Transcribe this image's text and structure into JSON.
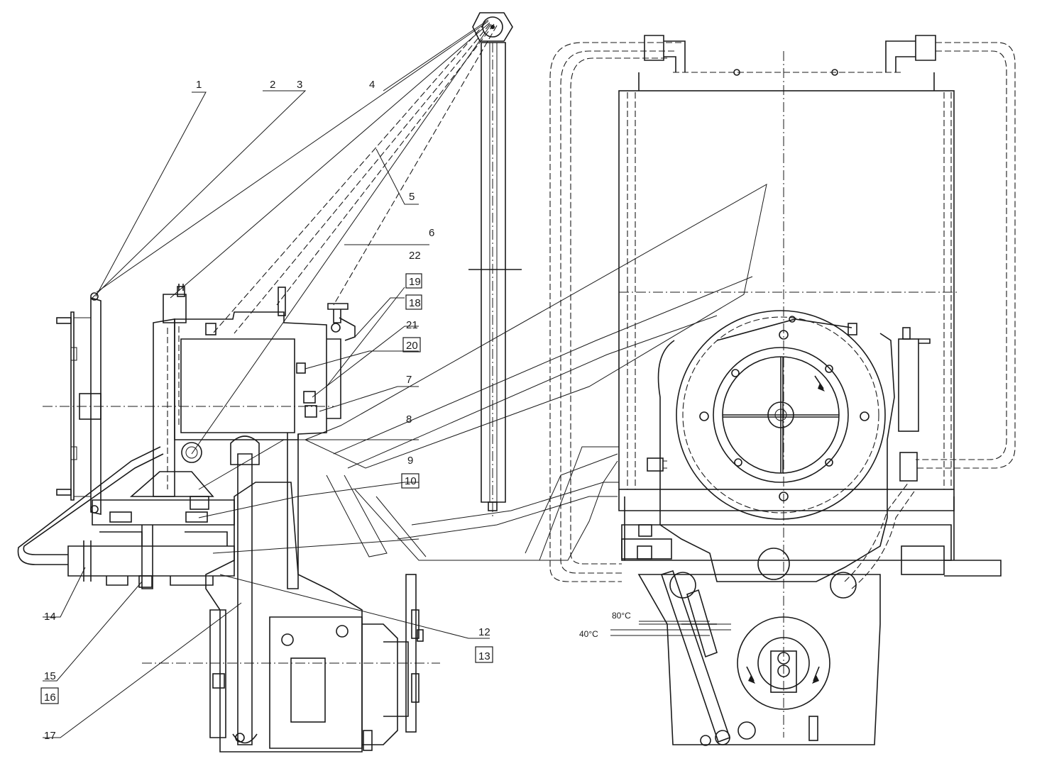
{
  "labels": {
    "l1": "1",
    "l2": "2",
    "l3": "3",
    "l4": "4",
    "l5": "5",
    "l6": "6",
    "l7": "7",
    "l8": "8",
    "l9": "9",
    "l10": "10",
    "l12": "12",
    "l13": "13",
    "l14": "14",
    "l15": "15",
    "l16": "16",
    "l17": "17",
    "l18": "18",
    "l19": "19",
    "l20": "20",
    "l21": "21",
    "l22": "22"
  },
  "temperatures": {
    "high": "80°C",
    "low": "40°C"
  }
}
